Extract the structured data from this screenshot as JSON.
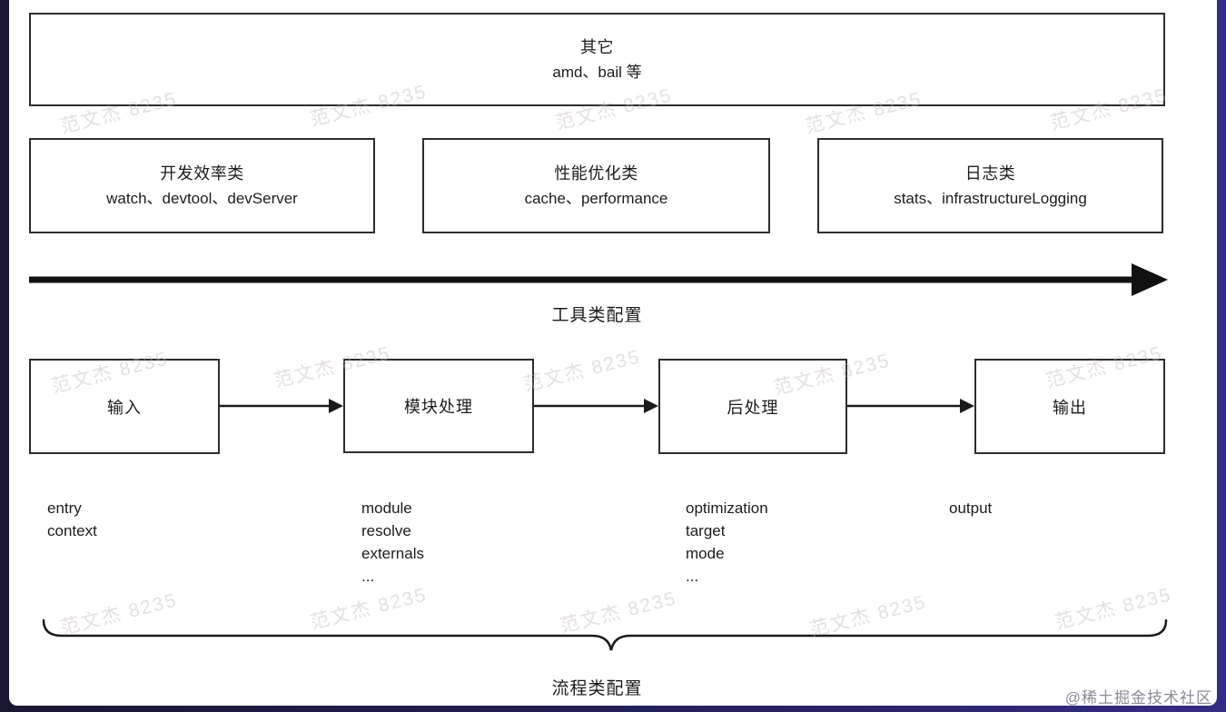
{
  "page": {
    "watermark_text": "范文杰 8235",
    "credit": "@稀土掘金技术社区",
    "ink_color": "#2d2d2d",
    "frame_color": "#23205a"
  },
  "other_box": {
    "title": "其它",
    "subtitle": "amd、bail 等"
  },
  "tool_boxes": [
    {
      "title": "开发效率类",
      "subtitle": "watch、devtool、devServer"
    },
    {
      "title": "性能优化类",
      "subtitle": "cache、performance"
    },
    {
      "title": "日志类",
      "subtitle": "stats、infrastructureLogging"
    }
  ],
  "tool_axis_label": "工具类配置",
  "flow": {
    "steps": [
      {
        "label": "输入",
        "options": [
          "entry",
          "context"
        ]
      },
      {
        "label": "模块处理",
        "options": [
          "module",
          "resolve",
          "externals",
          "..."
        ]
      },
      {
        "label": "后处理",
        "options": [
          "optimization",
          "target",
          "mode",
          "..."
        ]
      },
      {
        "label": "输出",
        "options": [
          "output"
        ]
      }
    ],
    "brace_label": "流程类配置"
  }
}
